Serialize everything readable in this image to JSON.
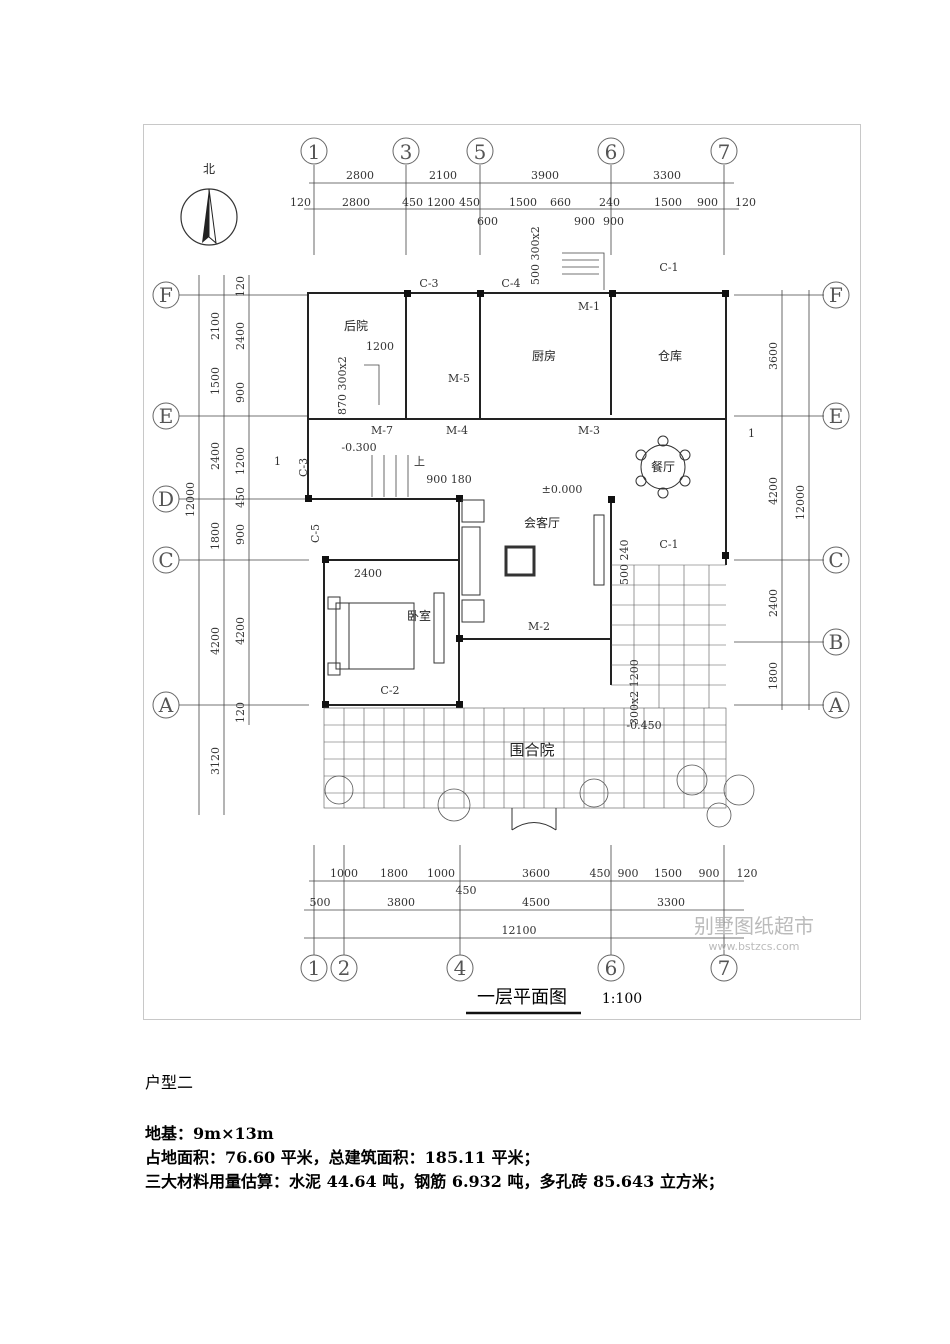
{
  "plan": {
    "north_label": "北",
    "title": "一层平面图",
    "scale": "1:100",
    "watermark_cn": "别墅图纸超市",
    "watermark_url": "www.bstzcs.com",
    "axes_top": [
      "1",
      "3",
      "5",
      "6",
      "7"
    ],
    "axes_bottom": [
      "1",
      "2",
      "4",
      "6",
      "7"
    ],
    "axes_left": [
      "F",
      "E",
      "D",
      "C",
      "A"
    ],
    "axes_right": [
      "F",
      "E",
      "C",
      "B",
      "A"
    ],
    "top_dims_row1": [
      "2800",
      "2100",
      "3900",
      "3300"
    ],
    "top_dims_row2": [
      "120",
      "2800",
      "450",
      "1200",
      "450",
      "1500",
      "660",
      "240",
      "1500",
      "900",
      "120"
    ],
    "top_dims_row3": [
      "600",
      "900",
      "900"
    ],
    "bottom_dims_row1": [
      "1000",
      "1800",
      "1000",
      "3600",
      "450",
      "900",
      "1500",
      "900",
      "120"
    ],
    "bottom_dims_row2": [
      "500",
      "3800",
      "450",
      "4500",
      "3300"
    ],
    "bottom_total": "12100",
    "left_dims_outer": [
      "2100",
      "1500",
      "2400",
      "1800",
      "4200",
      "3120"
    ],
    "left_dims_inner": [
      "120",
      "2400",
      "900",
      "1200",
      "450",
      "900",
      "4200",
      "120"
    ],
    "left_total": "12000",
    "right_dims": [
      "3600",
      "4200",
      "2400",
      "1800"
    ],
    "right_total": "12000",
    "rooms": {
      "back_yard": "后院",
      "kitchen": "厨房",
      "storage": "仓库",
      "dining": "餐厅",
      "living": "会客厅",
      "bedroom": "卧室",
      "courtyard": "围合院"
    },
    "labels": {
      "c1": "C-1",
      "c2": "C-2",
      "c3": "C-3",
      "c4": "C-4",
      "c5": "C-5",
      "m1": "M-1",
      "m2": "M-2",
      "m3": "M-3",
      "m4": "M-4",
      "m5": "M-5",
      "m7": "M-7",
      "elev_0": "±0.000",
      "elev_neg300": "-0.300",
      "elev_neg450": "-0.450",
      "stair_up": "上",
      "dim_1200": "1200",
      "dim_2400": "2400",
      "dim_900_180": "900 180",
      "dim_870_300x2": "870 300x2",
      "dim_500_300x2": "500 300x2",
      "dim_500_240": "500 240",
      "dim_300x2_1200": "300x2 1200",
      "section_1": "1"
    }
  },
  "text": {
    "title": "户型二",
    "line1": "地基：9m×13m",
    "line2": "占地面积：76.60 平米，总建筑面积：185.11 平米；",
    "line3": "三大材料用量估算：水泥 44.64 吨，钢筋 6.932 吨，多孔砖 85.643 立方米；"
  }
}
